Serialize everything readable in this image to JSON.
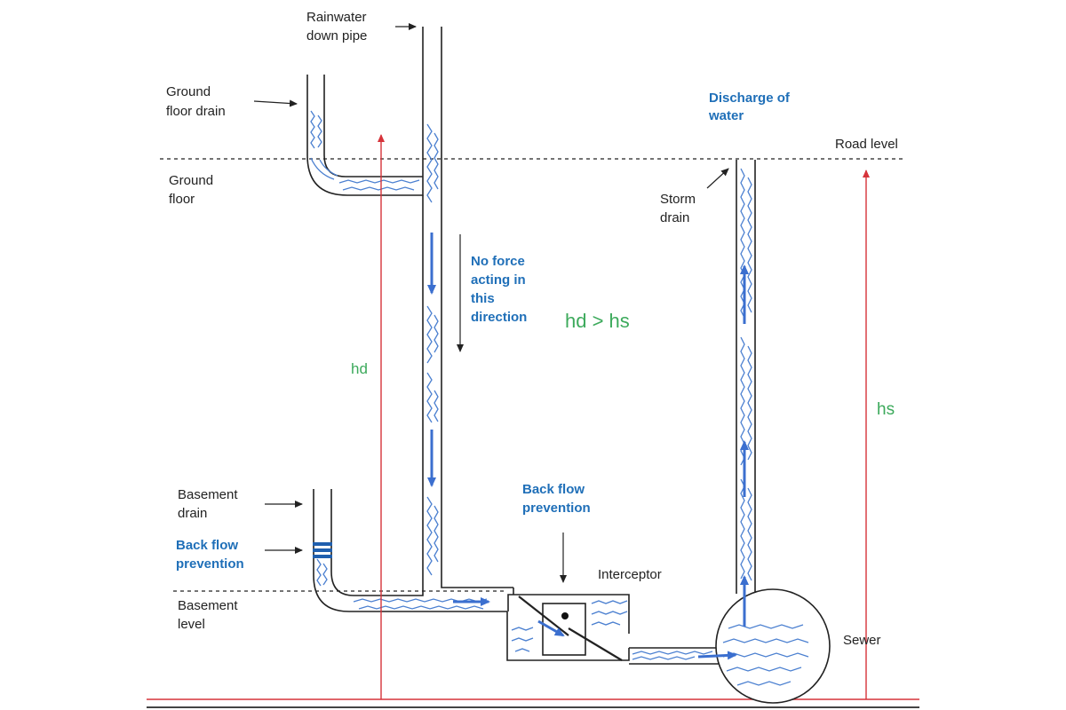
{
  "labels": {
    "rainwater_down_pipe": [
      "Rainwater",
      "down pipe"
    ],
    "ground_floor_drain": [
      "Ground",
      "floor drain"
    ],
    "ground_floor": [
      "Ground",
      "floor"
    ],
    "road_level": "Road level",
    "storm_drain": [
      "Storm",
      "drain"
    ],
    "discharge_of_water": [
      "Discharge of",
      "water"
    ],
    "no_force": [
      "No force",
      "acting in",
      "this",
      "direction"
    ],
    "comparison": "hd > hs",
    "hd": "hd",
    "hs": "hs",
    "basement_drain": [
      "Basement",
      "drain"
    ],
    "back_flow_prevention_left": [
      "Back flow",
      "prevention"
    ],
    "back_flow_prevention_center": [
      "Back flow",
      "prevention"
    ],
    "interceptor": "Interceptor",
    "basement_level": [
      "Basement",
      "level"
    ],
    "sewer": "Sewer"
  },
  "colors": {
    "pipe": "#222222",
    "water": "#4a7fd0",
    "flow_arrow": "#3b6fcf",
    "height_arrow": "#d6333a",
    "blue_text": "#1f6fb8",
    "green_text": "#3daa5c",
    "valve": "#1f5fae"
  }
}
